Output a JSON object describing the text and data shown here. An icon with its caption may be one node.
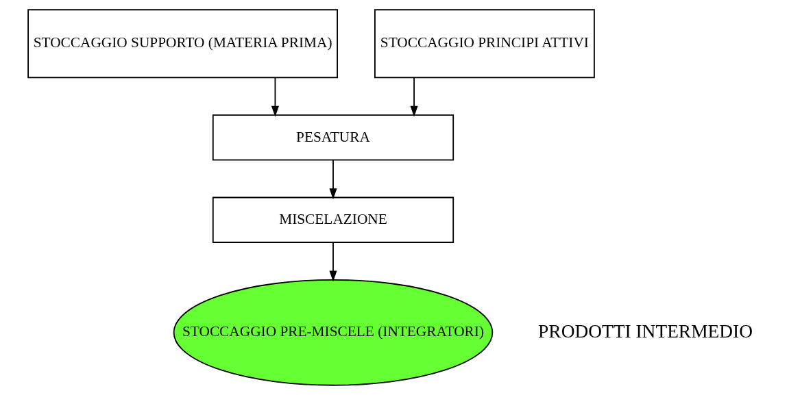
{
  "diagram": {
    "nodes": [
      {
        "text": [
          "STOCCAGGIO SUPPORTO (MATERIA PRIMA)"
        ]
      },
      {
        "text": [
          "STOCCAGGIO PRINCIPI ATTIVI"
        ]
      },
      {
        "text": [
          "PESATURA"
        ]
      },
      {
        "text": [
          "MISCELAZIONE"
        ]
      },
      {
        "text": [
          "STOCCAGGIO PRE-MISCELE (INTEGRATORI)"
        ],
        "beside": [
          "PRODOTTI INTERMEDIO"
        ]
      }
    ],
    "edges": [
      {
        "from": 0,
        "to": 2,
        "arrow": "to"
      },
      {
        "from": 1,
        "to": 2,
        "arrow": "to"
      },
      {
        "from": 2,
        "to": 3,
        "arrow": "to"
      },
      {
        "from": 3,
        "to": 4,
        "arrow": "to"
      }
    ]
  }
}
